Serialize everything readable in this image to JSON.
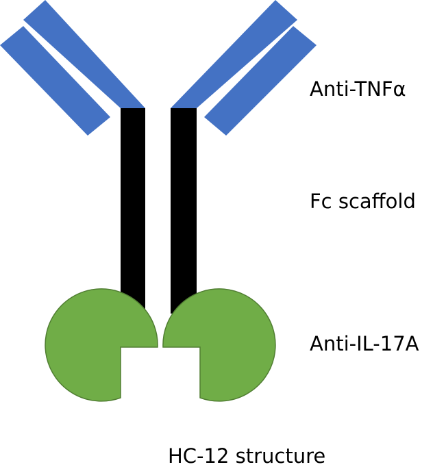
{
  "labels": {
    "anti_tnf": "Anti-TNFα",
    "fc_scaffold": "Fc scaffold",
    "anti_il17a": "Anti-IL-17A",
    "caption": "HC-12 structure"
  },
  "colors": {
    "fab_arm": "#4472c4",
    "fc_chain": "#000000",
    "binder": "#70ad47",
    "binder_outline": "#507e32"
  }
}
